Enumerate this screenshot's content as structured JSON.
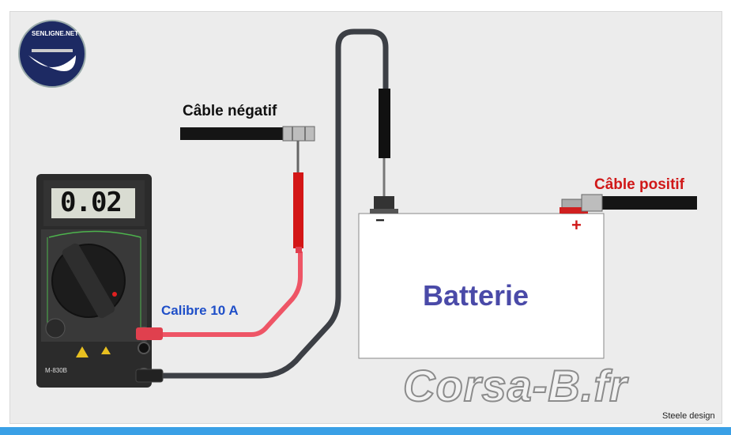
{
  "labels": {
    "negative_cable": "Câble négatif",
    "positive_cable": "Câble positif",
    "caliber": "Calibre 10 A",
    "battery": "Batterie",
    "minus": "−",
    "plus": "+",
    "credit": "Steele design",
    "watermark": "Corsa-B.fr"
  },
  "multimeter": {
    "display_value": "0.02",
    "model": "M-830B"
  },
  "logo": {
    "text": "SENLIGNE.NET"
  },
  "colors": {
    "positive": "#d01818",
    "caliber": "#1f4fc8",
    "battery_text": "#4a4aa8",
    "red_lead": "#ee5566",
    "black_lead": "#3c3f45",
    "accent_bar": "#3aa0e6"
  }
}
